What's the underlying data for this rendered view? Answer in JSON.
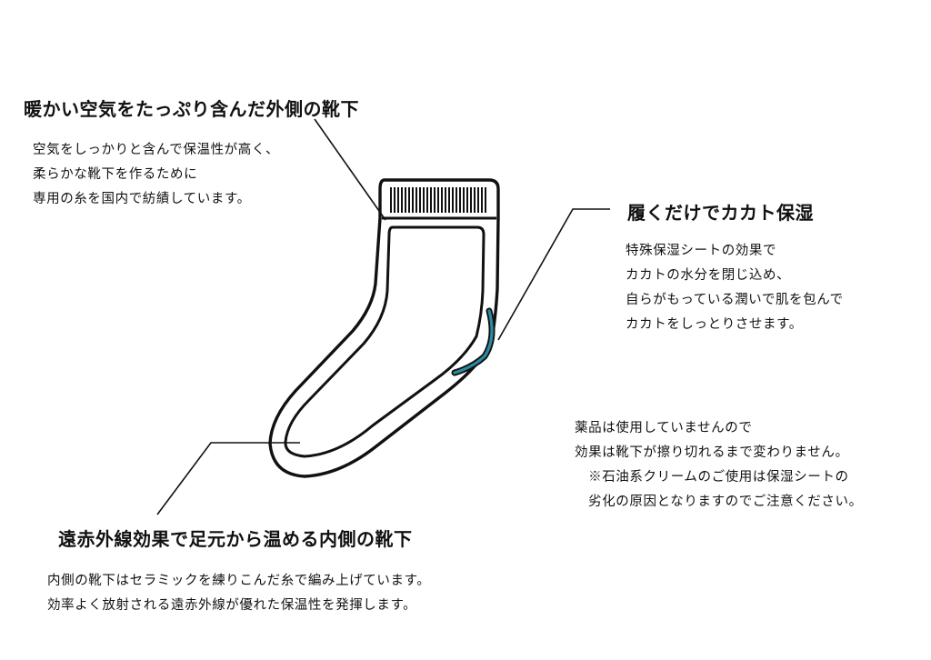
{
  "outer_sock": {
    "heading": "暖かい空気をたっぷり含んだ外側の靴下",
    "lines": [
      "空気をしっかりと含んで保温性が高く、",
      "柔らかな靴下を作るために",
      "専用の糸を国内で紡績しています。"
    ]
  },
  "moisture": {
    "heading": "履くだけでカカト保湿",
    "lines": [
      "特殊保湿シートの効果で",
      "カカトの水分を閉じ込め、",
      "自らがもっている潤いで肌を包んで",
      "カカトをしっとりさせます。"
    ]
  },
  "notice": {
    "lines": [
      "薬品は使用していませんので",
      "効果は靴下が擦り切れるまで変わりません。",
      "　※石油系クリームのご使用は保湿シートの",
      "　劣化の原因となりますのでご注意ください。"
    ]
  },
  "inner_sock": {
    "heading": "遠赤外線効果で足元から温める内側の靴下",
    "lines": [
      "内側の靴下はセラミックを練りこんだ糸で編み上げています。",
      "効率よく放射される遠赤外線が優れた保温性を発揮します。"
    ]
  },
  "colors": {
    "outline": "#111111",
    "heel_sheet": "#2a8aa0"
  }
}
